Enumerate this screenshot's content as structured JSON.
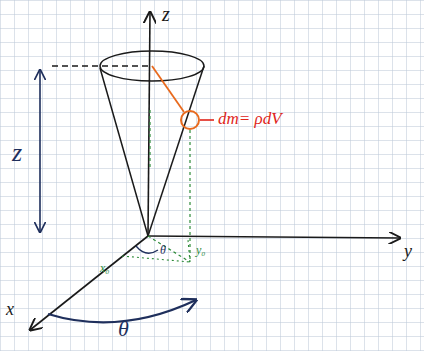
{
  "diagram": {
    "labels": [
      "z",
      "y",
      "x",
      "z",
      "dm= ρdV",
      "θ",
      "θ",
      "x₀",
      "y₀"
    ]
  }
}
